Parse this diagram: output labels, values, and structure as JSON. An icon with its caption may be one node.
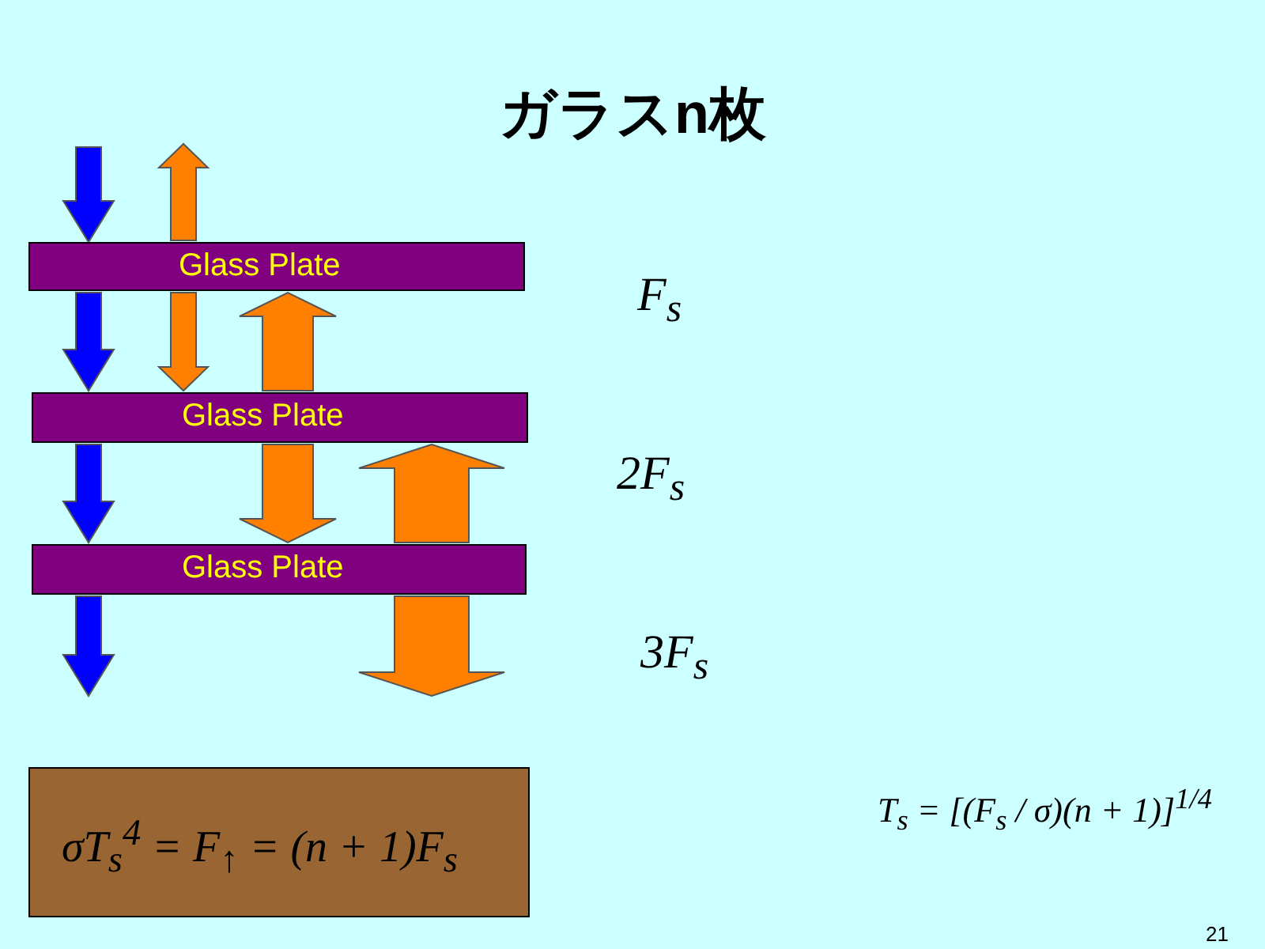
{
  "diagram": {
    "title": "ガラスn枚",
    "nodes": [
      {
        "text": [
          "Glass Plate"
        ]
      },
      {
        "text": [
          "Glass Plate"
        ]
      },
      {
        "text": [
          "Glass Plate"
        ]
      },
      {
        "text": [
          "σT$_{s}$$^{4}$ = F$_{↑}$ = (n + 1)F$_{s}$"
        ]
      }
    ],
    "edges": [
      {
        "from": null,
        "to": 0,
        "arrow": "to",
        "color": "#0000ff"
      },
      {
        "from": 0,
        "to": 1,
        "arrow": "to",
        "color": "#0000ff"
      },
      {
        "from": 1,
        "to": 2,
        "arrow": "to",
        "color": "#0000ff"
      },
      {
        "from": 2,
        "to": null,
        "arrow": "to",
        "color": "#0000ff"
      },
      {
        "from": 0,
        "to": null,
        "arrow": "to"
      },
      {
        "from": 0,
        "to": 1,
        "arrow": "to"
      },
      {
        "from": 1,
        "to": 0,
        "arrow": "to"
      },
      {
        "from": 1,
        "to": 2,
        "arrow": "to"
      },
      {
        "from": 2,
        "to": 1,
        "arrow": "to"
      },
      {
        "from": 2,
        "to": null,
        "arrow": "to"
      }
    ],
    "labels": [
      "F$_{s}$",
      "2F$_{s}$",
      "3F$_{s}$",
      "T$_{s}$ = [(F$_{s}$ / σ)(n + 1)]$^{1/4}$",
      "21"
    ]
  }
}
